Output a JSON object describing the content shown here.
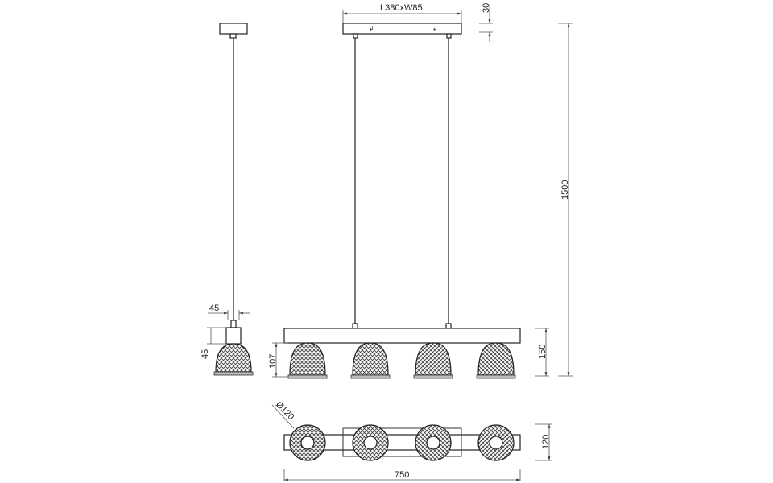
{
  "drawing": {
    "title": "Pendant lamp technical drawing",
    "views": [
      "side-view",
      "front-view",
      "top-view"
    ],
    "colors": {
      "line": "#333333",
      "background": "#ffffff",
      "mesh": "#444444"
    }
  },
  "dimensions": {
    "canopy_size": "L380xW85",
    "canopy_height": "30",
    "total_height": "1500",
    "bar_height": "150",
    "shade_height": "107",
    "side_socket_width": "45",
    "side_socket_height": "45",
    "shade_diameter": "Ø120",
    "top_view_depth": "120",
    "total_length": "750"
  }
}
